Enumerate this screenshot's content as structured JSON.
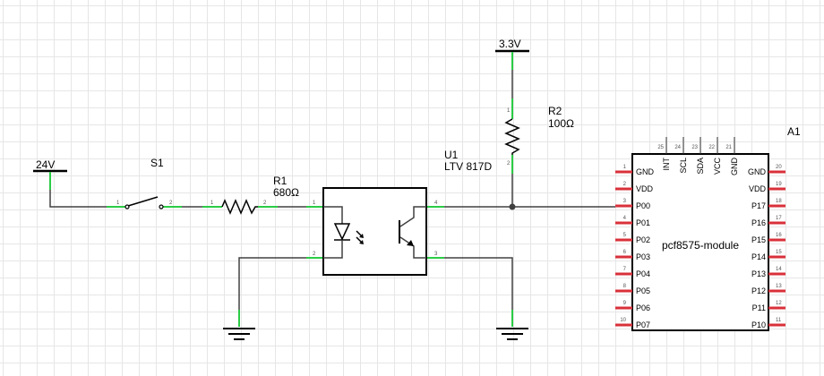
{
  "supplies": {
    "v24": "24V",
    "v33": "3.3V"
  },
  "switch": {
    "ref": "S1",
    "pin1": "1",
    "pin2": "2"
  },
  "r1": {
    "ref": "R1",
    "value": "680Ω",
    "pin1": "1",
    "pin2": "2"
  },
  "r2": {
    "ref": "R2",
    "value": "100Ω",
    "pin1": "1",
    "pin2": "2"
  },
  "u1": {
    "ref": "U1",
    "part": "LTV 817D",
    "pin1": "1",
    "pin2": "2",
    "pin3": "3",
    "pin4": "4"
  },
  "a1": {
    "ref": "A1",
    "name": "pcf8575-module",
    "left_pins": [
      {
        "num": "1",
        "label": "GND"
      },
      {
        "num": "2",
        "label": "VDD"
      },
      {
        "num": "3",
        "label": "P00"
      },
      {
        "num": "4",
        "label": "P01"
      },
      {
        "num": "5",
        "label": "P02"
      },
      {
        "num": "6",
        "label": "P03"
      },
      {
        "num": "7",
        "label": "P04"
      },
      {
        "num": "8",
        "label": "P05"
      },
      {
        "num": "9",
        "label": "P06"
      },
      {
        "num": "10",
        "label": "P07"
      }
    ],
    "right_pins": [
      {
        "num": "20",
        "label": "GND"
      },
      {
        "num": "19",
        "label": "VDD"
      },
      {
        "num": "18",
        "label": "P17"
      },
      {
        "num": "17",
        "label": "P16"
      },
      {
        "num": "16",
        "label": "P15"
      },
      {
        "num": "15",
        "label": "P14"
      },
      {
        "num": "14",
        "label": "P13"
      },
      {
        "num": "13",
        "label": "P12"
      },
      {
        "num": "12",
        "label": "P11"
      },
      {
        "num": "11",
        "label": "P10"
      }
    ],
    "top_pins": [
      {
        "num": "25",
        "label": "INT"
      },
      {
        "num": "24",
        "label": "SCL"
      },
      {
        "num": "23",
        "label": "SDA"
      },
      {
        "num": "22",
        "label": "VCC"
      },
      {
        "num": "21",
        "label": "GND"
      }
    ]
  }
}
